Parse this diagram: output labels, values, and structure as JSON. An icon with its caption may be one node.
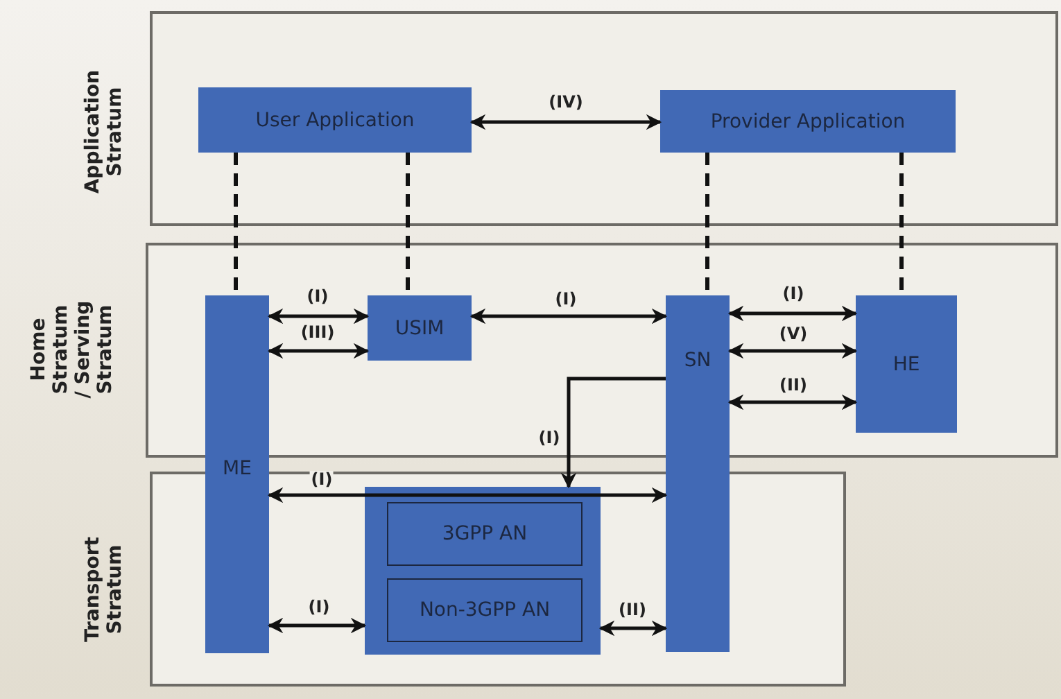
{
  "diagram": {
    "nodes": [
      {
        "text": [
          "Application Stratum"
        ]
      },
      {
        "text": [
          "User Application"
        ],
        "in": 0
      },
      {
        "text": [
          "Provider Application"
        ],
        "in": 0
      },
      {
        "text": [
          "Home Stratum / Serving Stratum"
        ]
      },
      {
        "text": [
          "USIM"
        ],
        "in": 3
      },
      {
        "text": [
          "HE"
        ],
        "in": 3
      },
      {
        "text": [
          "Transport Stratum"
        ]
      },
      {
        "text": [],
        "shape": "box",
        "in": 6
      },
      {
        "text": [
          "3GPP AN"
        ],
        "in": 7
      },
      {
        "text": [
          "Non-3GPP AN"
        ],
        "in": 7
      },
      {
        "text": [
          "ME"
        ]
      },
      {
        "text": [
          "SN"
        ]
      }
    ],
    "edges": [
      {
        "from": 1,
        "to": 2,
        "arrow": "both",
        "label": "(IV)"
      },
      {
        "from": 1,
        "to": 10,
        "arrow": "none",
        "style": "dashed"
      },
      {
        "from": 1,
        "to": 4,
        "arrow": "none",
        "style": "dashed"
      },
      {
        "from": 2,
        "to": 11,
        "arrow": "none",
        "style": "dashed"
      },
      {
        "from": 2,
        "to": 5,
        "arrow": "none",
        "style": "dashed"
      },
      {
        "from": 10,
        "to": 4,
        "arrow": "both",
        "label": "(I)"
      },
      {
        "from": 10,
        "to": 4,
        "arrow": "both",
        "label": "(III)"
      },
      {
        "from": 4,
        "to": 11,
        "arrow": "both",
        "label": "(I)"
      },
      {
        "from": 11,
        "to": 5,
        "arrow": "both",
        "label": "(I)"
      },
      {
        "from": 11,
        "to": 5,
        "arrow": "both",
        "label": "(V)"
      },
      {
        "from": 11,
        "to": 5,
        "arrow": "both",
        "label": "(II)"
      },
      {
        "from": 11,
        "to": 7,
        "arrow": "to",
        "label": "(I)"
      },
      {
        "from": 10,
        "to": 11,
        "arrow": "both",
        "label": "(I)"
      },
      {
        "from": 10,
        "to": 7,
        "arrow": "both",
        "label": "(I)"
      },
      {
        "from": 7,
        "to": 11,
        "arrow": "both",
        "label": "(II)"
      }
    ]
  }
}
